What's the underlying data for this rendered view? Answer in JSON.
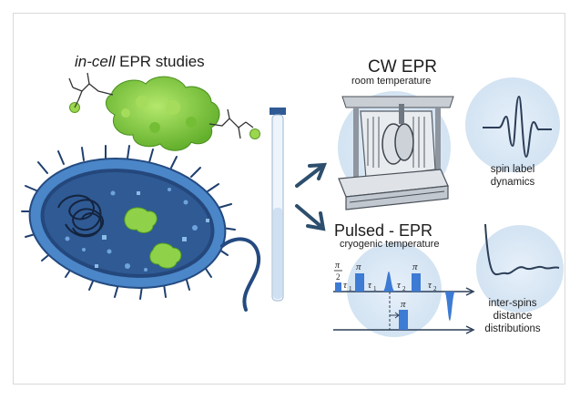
{
  "figure": {
    "title_prefix": "in-cell",
    "title_suffix": " EPR studies",
    "cw": {
      "title": "CW EPR",
      "subtitle": "room temperature"
    },
    "pulsed": {
      "title": "Pulsed - EPR",
      "subtitle": "cryogenic temperature"
    },
    "outputs": {
      "spin_label": [
        "spin label",
        "dynamics"
      ],
      "inter_spins": [
        "inter-spins",
        "distance",
        "distributions"
      ]
    },
    "pulse_labels": {
      "pi_half_num": "π",
      "pi_half_den": "2",
      "pi": "π",
      "tau1": "τ",
      "tau1_sub": "1",
      "tau2": "τ",
      "tau2_sub": "2"
    }
  },
  "colors": {
    "protein_green": "#8fd24a",
    "cell_blue": "#3f78b8",
    "cell_inner": "#1e3f73",
    "halo": "#dbe9f6",
    "arrow": "#2d4e6d",
    "pulse_blue": "#3d7bd4"
  },
  "icons": [
    "protein-icon",
    "bacterium-icon",
    "test-tube-icon",
    "epr-spectrometer-icon",
    "cw-spectrum-icon",
    "deer-trace-icon",
    "pulse-sequence-icon"
  ]
}
